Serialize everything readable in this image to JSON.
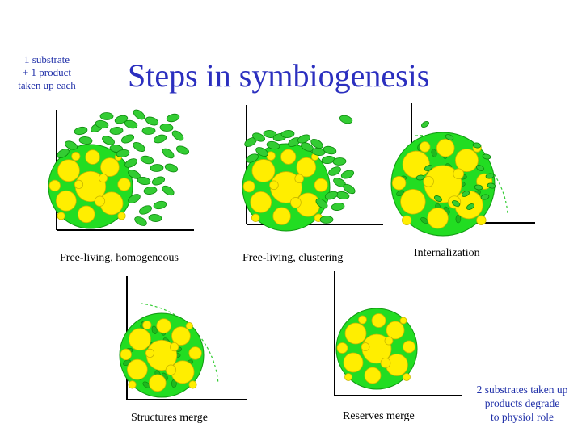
{
  "title": "Steps in symbiogenesis",
  "notes": {
    "top_left": [
      "1 substrate",
      "+ 1 product",
      "taken up each"
    ],
    "bottom_right": [
      "2 substrates taken up",
      "products degrade",
      "to physiol role"
    ]
  },
  "panels": [
    {
      "id": "free-living-homogeneous",
      "caption": "Free-living, homogeneous"
    },
    {
      "id": "free-living-clustering",
      "caption": "Free-living, clustering"
    },
    {
      "id": "internalization",
      "caption": "Internalization"
    },
    {
      "id": "structures-merge",
      "caption": "Structures merge"
    },
    {
      "id": "reserves-merge",
      "caption": "Reserves merge"
    }
  ],
  "colors": {
    "cell": "#22dd22",
    "reserve": "#ffee00",
    "symbiont": "#33cc33",
    "axis": "#000000",
    "note_text": "#1f2fa8",
    "title_text": "#2b2fbf"
  }
}
